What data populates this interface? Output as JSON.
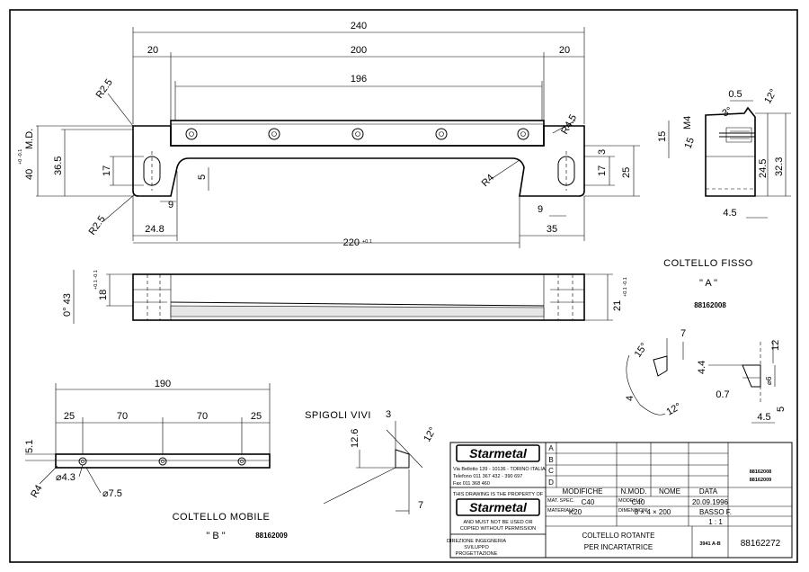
{
  "top_view": {
    "overall": "240",
    "left_margin": "20",
    "center": "200",
    "right_margin": "20",
    "holes_span": "196",
    "left_radius_top": "R2.5",
    "left_radius_bottom": "R2.5",
    "right_radius": "R4.5",
    "inner_radius": "R4",
    "height_total": "40",
    "height_tol": "+0 -0.1",
    "height_md": "M.D.",
    "height_36": "36.5",
    "slot_17_left": "17",
    "dim_5": "5",
    "dim_9_left": "9",
    "dim_24_8": "24.8",
    "dim_220": "220",
    "dim_220_tol": "+0.1",
    "dim_9_right": "9",
    "dim_35": "35",
    "slot_17_right": "17",
    "dim_3": "3",
    "dim_25": "25",
    "dim_15": "15"
  },
  "side_view": {
    "angle": "0° 43",
    "h18": "18",
    "h18_tol": "+0.1 -0.1",
    "h21": "21",
    "h21_tol": "+0.1 -0.1"
  },
  "section_a": {
    "d0_5": "0.5",
    "a12": "12°",
    "a3": "3°",
    "m4": "M4",
    "d15": "15",
    "d24_5": "24.5",
    "d32_3": "32.3",
    "d4_5": "4.5"
  },
  "fixed_blade": {
    "title": "COLTELLO FISSO",
    "view": "\" A \"",
    "code": "88162008"
  },
  "detail_c": {
    "d7": "7",
    "a15": "15°",
    "d4": "4",
    "a12": "12°"
  },
  "detail_d": {
    "d12": "12",
    "d4_4": "4.4",
    "d0_7": "0.7",
    "d_phi6": "⌀6",
    "d4_5": "4.5",
    "d5": "5"
  },
  "mobile_blade": {
    "overall": "190",
    "d25a": "25",
    "d70a": "70",
    "d70b": "70",
    "d25b": "25",
    "d5_1": "5.1",
    "r4": "R4",
    "d4_3": "⌀4.3",
    "d7_5": "⌀7.5",
    "title": "COLTELLO MOBILE",
    "view": "\" B \"",
    "code": "88162009"
  },
  "sharp_edges": {
    "title": "SPIGOLI VIVI",
    "d3": "3",
    "d12_6": "12.6",
    "a12": "12°",
    "d7": "7"
  },
  "title_block": {
    "logo": "Starmetal",
    "address1": "Via Bellotto 139 - 10136 - TORINO ITALIA",
    "address2": "Telefono 011 367 432 - 390 697",
    "address3": "Fax 011 368 460",
    "property": "THIS DRAWING IS THE PROPERTY OF",
    "notice1": "AND MUST NOT BE USED OR",
    "notice2": "COPIED WITHOUT PERMISSION",
    "rev_letters": [
      "A",
      "B",
      "C",
      "D"
    ],
    "hdr_mod": "MODIFICHE",
    "hdr_num": "N.MOD.",
    "hdr_nome": "NOME",
    "hdr_data": "DATA",
    "mat_label": "MAT. SPEC.",
    "mat": "C40",
    "mat2_label": "MODELLO",
    "mat2": "C40",
    "k_label": "MATERIALE",
    "k": "K20",
    "dims_label": "DIMENSIONI",
    "dims": "8 × 4 × 200",
    "date": "20.09.1996",
    "designer": "BASSO F.",
    "scale": "1 : 1",
    "desc1": "COLTELLO ROTANTE",
    "desc2": "PER INCARTATRICE",
    "sheet_ref": "3941 A-B",
    "number": "88162272",
    "codes1": "88162008",
    "codes2": "88162009",
    "direzione": "DIREZIONE INGEGNERIA",
    "sviluppo": "SVILUPPO",
    "prodotto": "PROGETTAZIONE"
  }
}
